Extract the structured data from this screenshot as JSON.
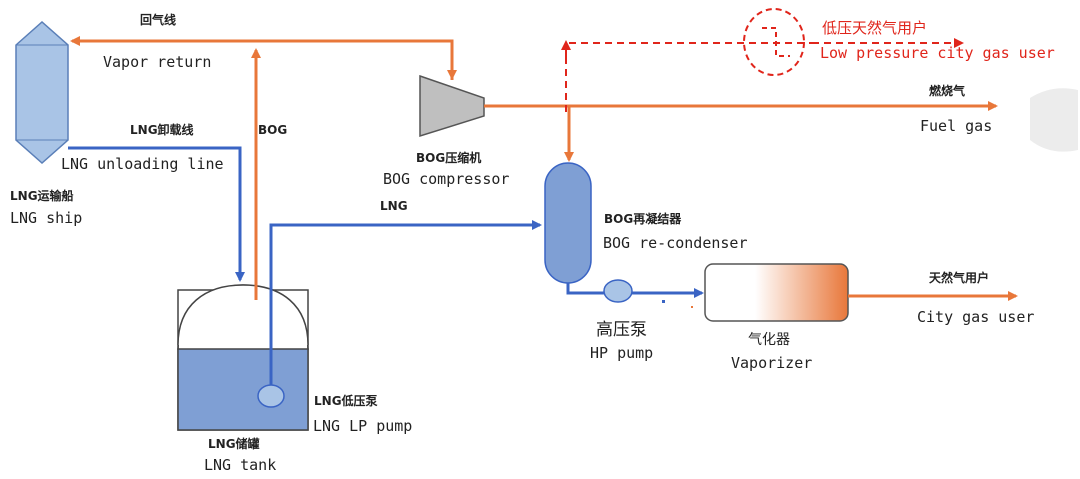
{
  "labels": {
    "vapor_return_cn": "回气线",
    "vapor_return_en": "Vapor return",
    "lng_unloading_cn": "LNG卸载线",
    "lng_unloading_en": "LNG unloading line",
    "lng_ship_cn": "LNG运输船",
    "lng_ship_en": "LNG ship",
    "bog": "BOG",
    "bog_compressor_cn": "BOG压缩机",
    "bog_compressor_en": "BOG compressor",
    "lng": "LNG",
    "fuel_gas_cn": "燃烧气",
    "fuel_gas_en": "Fuel gas",
    "low_pressure_user_cn": "低压天然气用户",
    "low_pressure_user_en": "Low pressure city gas user",
    "recondenser_cn": "BOG再凝结器",
    "recondenser_en": "BOG re-condenser",
    "city_gas_user_cn": "天然气用户",
    "city_gas_user_en": "City gas user",
    "hp_pump_cn": "高压泵",
    "hp_pump_en": "HP pump",
    "vaporizer_cn": "气化器",
    "vaporizer_en": "Vaporizer",
    "lp_pump_cn": "LNG低压泵",
    "lp_pump_en": "LNG LP pump",
    "tank_cn": "LNG储罐",
    "tank_en": "LNG tank"
  },
  "colors": {
    "gas_line": "#e8773a",
    "liquid_line": "#3a64c4",
    "low_pressure_line": "#e0251b",
    "equipment_fill": "#7f9fd4",
    "ship_fill": "#a9c4e6",
    "compressor_fill": "#bfbfbf"
  }
}
